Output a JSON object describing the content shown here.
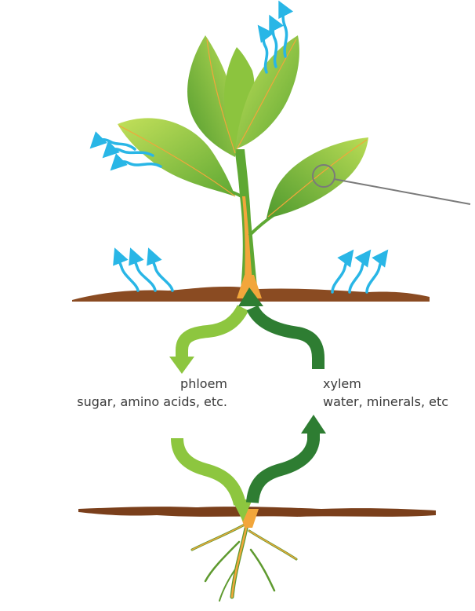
{
  "phloem": {
    "title": "phloem",
    "subtitle": "sugar, amino acids, etc."
  },
  "xylem": {
    "title": "xylem",
    "subtitle": "water, minerals, etc"
  },
  "colors": {
    "phloem_arrow": "#8dc63f",
    "xylem_arrow": "#2e7d32",
    "leaf_light": "#a6d24a",
    "leaf_dark": "#4f9a2e",
    "vessel": "#f2a63b",
    "soil": "#8a4b22",
    "vapor": "#29b6e6"
  },
  "icons": [
    "water-vapor-icon",
    "leaf-magnifier-icon"
  ]
}
